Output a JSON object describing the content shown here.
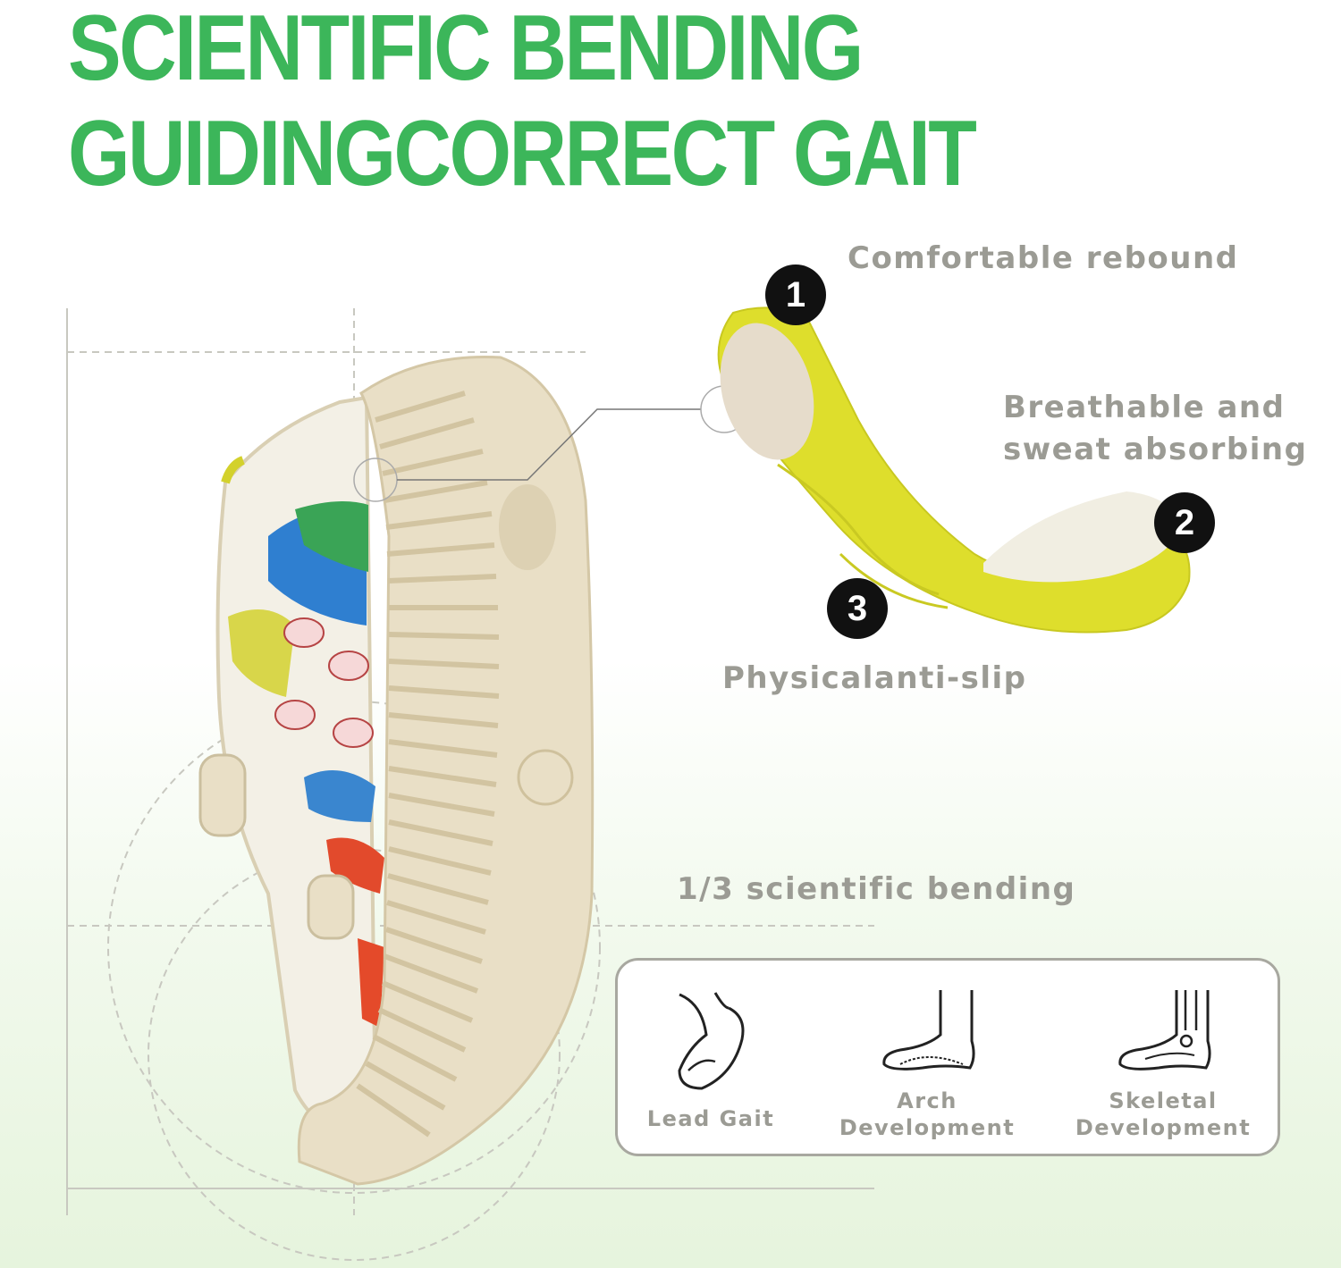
{
  "headline": {
    "line1": "SCIENTIFIC BENDING",
    "line2": "GUIDINGCORRECT GAIT"
  },
  "features": [
    {
      "number": "1",
      "label": "Comfortable rebound"
    },
    {
      "number": "2",
      "label_line1": "Breathable and",
      "label_line2": "sweat absorbing"
    },
    {
      "number": "3",
      "label": "Physicalanti-slip"
    }
  ],
  "bending_label": "1/3 scientific bending",
  "benefits": [
    {
      "icon": "foot-gait-icon",
      "label_line1": "Lead Gait",
      "label_line2": ""
    },
    {
      "icon": "foot-arch-icon",
      "label_line1": "Arch",
      "label_line2": "Development"
    },
    {
      "icon": "foot-skeleton-icon",
      "label_line1": "Skeletal",
      "label_line2": "Development"
    }
  ],
  "colors": {
    "headline_green": "#3cb65a",
    "insole_yellow": "#dede2c",
    "sole_beige": "#e9dfc6",
    "label_gray": "#9b9b94"
  }
}
